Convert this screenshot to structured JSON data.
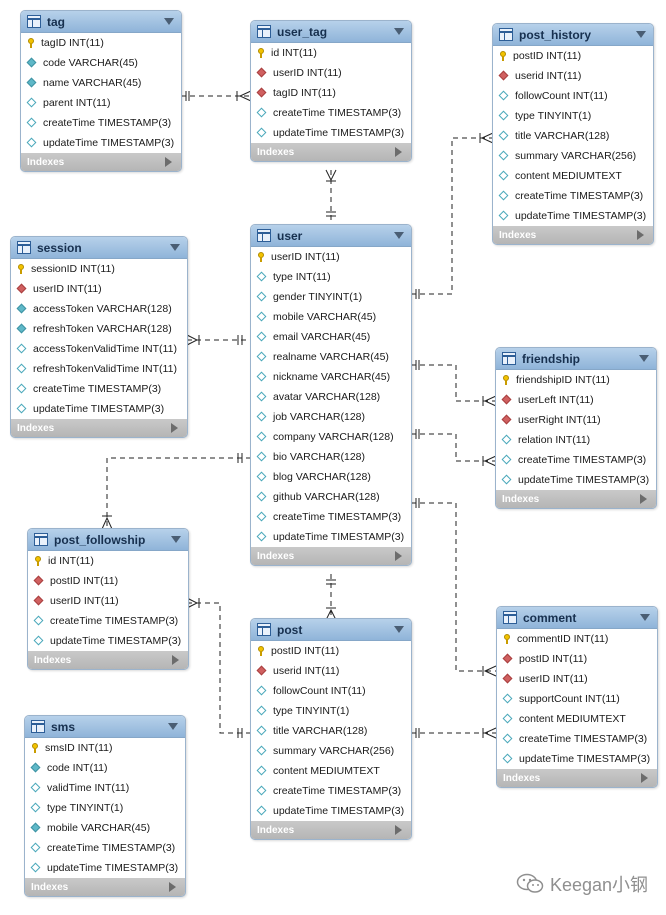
{
  "tables": {
    "tag": {
      "name": "tag",
      "columns": [
        {
          "icon": "primary-key",
          "label": "tagID INT(11)"
        },
        {
          "icon": "indexed-column",
          "label": "code VARCHAR(45)"
        },
        {
          "icon": "indexed-column",
          "label": "name VARCHAR(45)"
        },
        {
          "icon": "column",
          "label": "parent INT(11)"
        },
        {
          "icon": "column",
          "label": "createTime TIMESTAMP(3)"
        },
        {
          "icon": "column",
          "label": "updateTime TIMESTAMP(3)"
        }
      ],
      "indexes_label": "Indexes"
    },
    "user_tag": {
      "name": "user_tag",
      "columns": [
        {
          "icon": "primary-key",
          "label": "id INT(11)"
        },
        {
          "icon": "foreign-key",
          "label": "userID INT(11)"
        },
        {
          "icon": "foreign-key",
          "label": "tagID INT(11)"
        },
        {
          "icon": "column",
          "label": "createTime TIMESTAMP(3)"
        },
        {
          "icon": "column",
          "label": "updateTime TIMESTAMP(3)"
        }
      ],
      "indexes_label": "Indexes"
    },
    "post_history": {
      "name": "post_history",
      "columns": [
        {
          "icon": "primary-key",
          "label": "postID INT(11)"
        },
        {
          "icon": "foreign-key",
          "label": "userid INT(11)"
        },
        {
          "icon": "column",
          "label": "followCount INT(11)"
        },
        {
          "icon": "column",
          "label": "type TINYINT(1)"
        },
        {
          "icon": "column",
          "label": "title VARCHAR(128)"
        },
        {
          "icon": "column",
          "label": "summary VARCHAR(256)"
        },
        {
          "icon": "column",
          "label": "content MEDIUMTEXT"
        },
        {
          "icon": "column",
          "label": "createTime TIMESTAMP(3)"
        },
        {
          "icon": "column",
          "label": "updateTime TIMESTAMP(3)"
        }
      ],
      "indexes_label": "Indexes"
    },
    "session": {
      "name": "session",
      "columns": [
        {
          "icon": "primary-key",
          "label": "sessionID INT(11)"
        },
        {
          "icon": "foreign-key",
          "label": "userID INT(11)"
        },
        {
          "icon": "indexed-column",
          "label": "accessToken VARCHAR(128)"
        },
        {
          "icon": "indexed-column",
          "label": "refreshToken VARCHAR(128)"
        },
        {
          "icon": "column",
          "label": "accessTokenValidTime INT(11)"
        },
        {
          "icon": "column",
          "label": "refreshTokenValidTime INT(11)"
        },
        {
          "icon": "column",
          "label": "createTime TIMESTAMP(3)"
        },
        {
          "icon": "column",
          "label": "updateTime TIMESTAMP(3)"
        }
      ],
      "indexes_label": "Indexes"
    },
    "user": {
      "name": "user",
      "columns": [
        {
          "icon": "primary-key",
          "label": "userID INT(11)"
        },
        {
          "icon": "column",
          "label": "type INT(11)"
        },
        {
          "icon": "column",
          "label": "gender TINYINT(1)"
        },
        {
          "icon": "column",
          "label": "mobile VARCHAR(45)"
        },
        {
          "icon": "column",
          "label": "email VARCHAR(45)"
        },
        {
          "icon": "column",
          "label": "realname VARCHAR(45)"
        },
        {
          "icon": "column",
          "label": "nickname VARCHAR(45)"
        },
        {
          "icon": "column",
          "label": "avatar VARCHAR(128)"
        },
        {
          "icon": "column",
          "label": "job VARCHAR(128)"
        },
        {
          "icon": "column",
          "label": "company VARCHAR(128)"
        },
        {
          "icon": "column",
          "label": "bio VARCHAR(128)"
        },
        {
          "icon": "column",
          "label": "blog VARCHAR(128)"
        },
        {
          "icon": "column",
          "label": "github VARCHAR(128)"
        },
        {
          "icon": "column",
          "label": "createTime TIMESTAMP(3)"
        },
        {
          "icon": "column",
          "label": "updateTime TIMESTAMP(3)"
        }
      ],
      "indexes_label": "Indexes"
    },
    "friendship": {
      "name": "friendship",
      "columns": [
        {
          "icon": "primary-key",
          "label": "friendshipID INT(11)"
        },
        {
          "icon": "foreign-key",
          "label": "userLeft INT(11)"
        },
        {
          "icon": "foreign-key",
          "label": "userRight INT(11)"
        },
        {
          "icon": "column",
          "label": "relation INT(11)"
        },
        {
          "icon": "column",
          "label": "createTime TIMESTAMP(3)"
        },
        {
          "icon": "column",
          "label": "updateTime TIMESTAMP(3)"
        }
      ],
      "indexes_label": "Indexes"
    },
    "post_followship": {
      "name": "post_followship",
      "columns": [
        {
          "icon": "primary-key",
          "label": "id INT(11)"
        },
        {
          "icon": "foreign-key",
          "label": "postID INT(11)"
        },
        {
          "icon": "foreign-key",
          "label": "userID INT(11)"
        },
        {
          "icon": "column",
          "label": "createTime TIMESTAMP(3)"
        },
        {
          "icon": "column",
          "label": "updateTime TIMESTAMP(3)"
        }
      ],
      "indexes_label": "Indexes"
    },
    "post": {
      "name": "post",
      "columns": [
        {
          "icon": "primary-key",
          "label": "postID INT(11)"
        },
        {
          "icon": "foreign-key",
          "label": "userid INT(11)"
        },
        {
          "icon": "column",
          "label": "followCount INT(11)"
        },
        {
          "icon": "column",
          "label": "type TINYINT(1)"
        },
        {
          "icon": "column",
          "label": "title VARCHAR(128)"
        },
        {
          "icon": "column",
          "label": "summary VARCHAR(256)"
        },
        {
          "icon": "column",
          "label": "content MEDIUMTEXT"
        },
        {
          "icon": "column",
          "label": "createTime TIMESTAMP(3)"
        },
        {
          "icon": "column",
          "label": "updateTime TIMESTAMP(3)"
        }
      ],
      "indexes_label": "Indexes"
    },
    "comment": {
      "name": "comment",
      "columns": [
        {
          "icon": "primary-key",
          "label": "commentID INT(11)"
        },
        {
          "icon": "foreign-key",
          "label": "postID INT(11)"
        },
        {
          "icon": "foreign-key",
          "label": "userID INT(11)"
        },
        {
          "icon": "column",
          "label": "supportCount INT(11)"
        },
        {
          "icon": "column",
          "label": "content MEDIUMTEXT"
        },
        {
          "icon": "column",
          "label": "createTime TIMESTAMP(3)"
        },
        {
          "icon": "column",
          "label": "updateTime TIMESTAMP(3)"
        }
      ],
      "indexes_label": "Indexes"
    },
    "sms": {
      "name": "sms",
      "columns": [
        {
          "icon": "primary-key",
          "label": "smsID INT(11)"
        },
        {
          "icon": "indexed-column",
          "label": "code INT(11)"
        },
        {
          "icon": "column",
          "label": "validTime INT(11)"
        },
        {
          "icon": "column",
          "label": "type TINYINT(1)"
        },
        {
          "icon": "indexed-column",
          "label": "mobile VARCHAR(45)"
        },
        {
          "icon": "column",
          "label": "createTime TIMESTAMP(3)"
        },
        {
          "icon": "column",
          "label": "updateTime TIMESTAMP(3)"
        }
      ],
      "indexes_label": "Indexes"
    }
  },
  "relationships": [
    {
      "from": "tag",
      "to": "user_tag",
      "cardinality": "one-to-many"
    },
    {
      "from": "user",
      "to": "user_tag",
      "cardinality": "one-to-many"
    },
    {
      "from": "user",
      "to": "post_history",
      "cardinality": "one-to-many"
    },
    {
      "from": "user",
      "to": "session",
      "cardinality": "one-to-many"
    },
    {
      "from": "user",
      "to": "friendship",
      "cardinality": "one-to-many"
    },
    {
      "from": "user",
      "to": "comment",
      "cardinality": "one-to-many"
    },
    {
      "from": "user",
      "to": "post_followship",
      "cardinality": "one-to-many"
    },
    {
      "from": "user",
      "to": "post",
      "cardinality": "one-to-many"
    },
    {
      "from": "post",
      "to": "post_followship",
      "cardinality": "one-to-many"
    },
    {
      "from": "post",
      "to": "comment",
      "cardinality": "one-to-many"
    }
  ],
  "watermark": {
    "text": "Keegan小钢",
    "icon": "wechat-icon"
  },
  "colors": {
    "header": "#a9c6e6",
    "border": "#9bb3cc",
    "primary_key": "#f2c200",
    "foreign_key": "#d06060",
    "indexed": "#5fb8c8",
    "indexes_bar": "#c2c2c2"
  }
}
